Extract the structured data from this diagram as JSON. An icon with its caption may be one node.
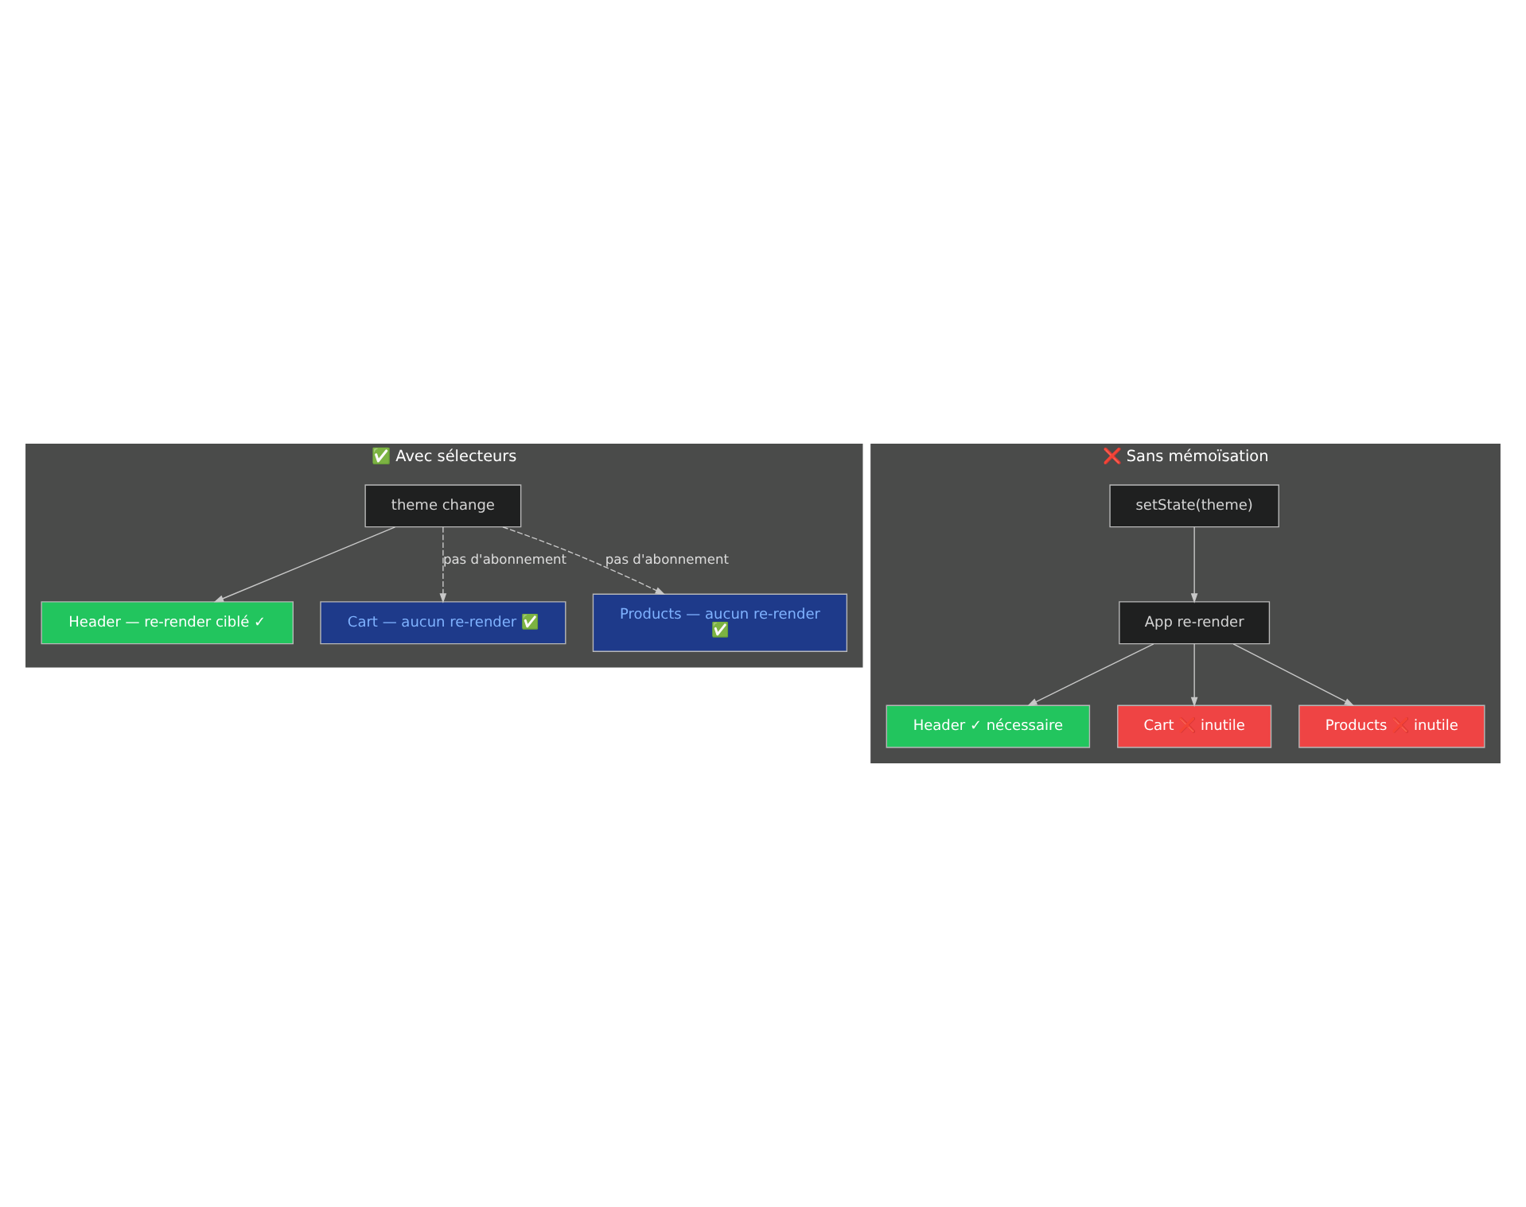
{
  "diagram": {
    "nodes": [
      {
        "text": [
          "✅ Avec sélecteurs"
        ]
      },
      {
        "text": [
          "theme change"
        ],
        "in": 0
      },
      {
        "text": [
          "Header — re-render ciblé ✓"
        ],
        "in": 0
      },
      {
        "text": [
          "Cart — aucun re-render ✅"
        ],
        "in": 0
      },
      {
        "text": [
          "Products — aucun re-render ✅"
        ],
        "in": 0
      },
      {
        "text": [
          "❌ Sans mémoïsation"
        ]
      },
      {
        "text": [
          "setState(theme)"
        ],
        "in": 5
      },
      {
        "text": [
          "App re-render"
        ],
        "in": 5
      },
      {
        "text": [
          "Header ✓ nécessaire"
        ],
        "in": 5
      },
      {
        "text": [
          "Cart ❌ inutile"
        ],
        "in": 5
      },
      {
        "text": [
          "Products ❌ inutile"
        ],
        "in": 5
      }
    ],
    "edges": [
      {
        "from": 1,
        "to": 2,
        "arrow": "to"
      },
      {
        "from": 1,
        "to": 3,
        "arrow": "to",
        "style": "dashed",
        "label": "pas d'abonnement"
      },
      {
        "from": 1,
        "to": 4,
        "arrow": "to",
        "style": "dashed",
        "label": "pas d'abonnement"
      },
      {
        "from": 6,
        "to": 7,
        "arrow": "to"
      },
      {
        "from": 7,
        "to": 8,
        "arrow": "to"
      },
      {
        "from": 7,
        "to": 9,
        "arrow": "to"
      },
      {
        "from": 7,
        "to": 10,
        "arrow": "to"
      }
    ]
  }
}
